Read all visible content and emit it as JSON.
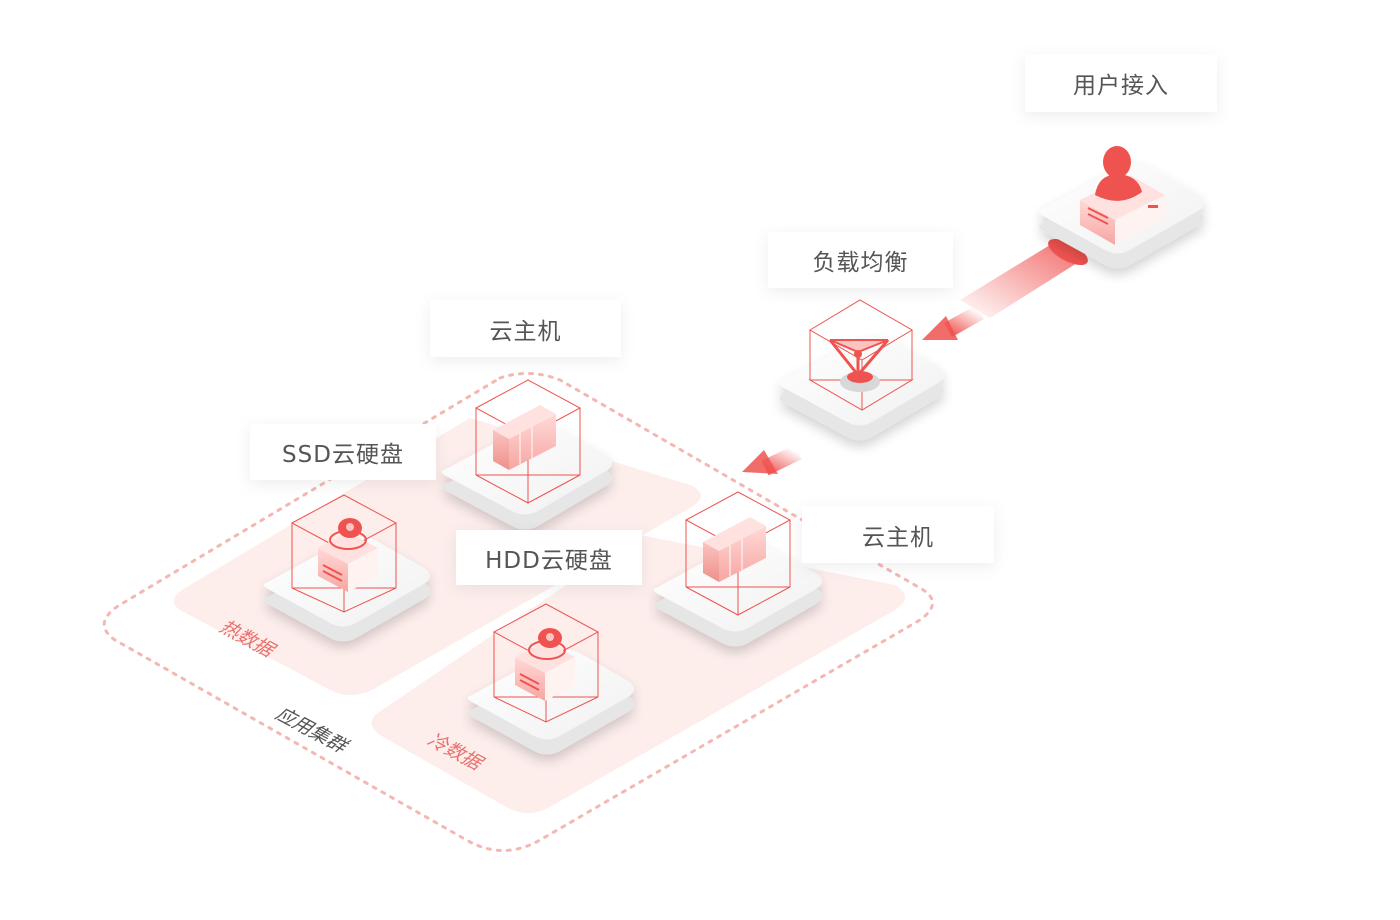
{
  "labels": {
    "user_access": "用户接入",
    "load_balancer": "负载均衡",
    "cloud_host_top": "云主机",
    "ssd_disk": "SSD云硬盘",
    "hdd_disk": "HDD云硬盘",
    "cloud_host_right": "云主机"
  },
  "zones": {
    "hot_data": "热数据",
    "cold_data": "冷数据",
    "app_cluster": "应用集群"
  },
  "colors": {
    "accent": "#ef5350",
    "accent_light": "#fde4e3",
    "accent_soft": "#f8a9a6",
    "platform_top": "#fafafa",
    "platform_side": "#e6e6e6",
    "dashed_border": "#f3b8b2",
    "label_text": "#555555"
  },
  "icons": {
    "user": "user-server-icon",
    "load_balancer": "triangle-hub-icon",
    "cloud_host": "server-rack-icon",
    "disk": "disk-drive-icon"
  }
}
